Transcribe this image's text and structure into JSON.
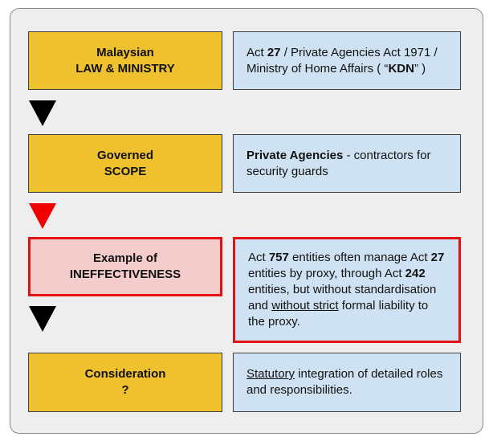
{
  "rows": [
    {
      "left": {
        "line1": "Malaysian",
        "line2": "LAW & MINISTRY"
      },
      "right": {
        "t1": "Act ",
        "b1": "27",
        "t2": " / Private Agencies Act 1971 / Ministry of Home Affairs ( “",
        "b2": "KDN",
        "t3": "” )"
      }
    },
    {
      "left": {
        "line1": "Governed",
        "line2": "SCOPE"
      },
      "right": {
        "b1": "Private Agencies",
        "t1": " - contractors for security guards"
      }
    },
    {
      "left": {
        "line1": "Example of",
        "line2": "INEFFECTIVENESS"
      },
      "right": {
        "t1": "Act ",
        "b1": "757",
        "t2": " entities often manage Act ",
        "b2": "27",
        "t3": " entities by proxy, through Act ",
        "b3": "242",
        "t4": " entities, but without standardisation and ",
        "u1": "without strict",
        "t5": " formal liability to the proxy."
      }
    },
    {
      "left": {
        "line1": "Consideration",
        "line2": "?"
      },
      "right": {
        "u1": "Statutory",
        "t1": " integration of detailed roles and responsibilities."
      }
    }
  ],
  "arrows": [
    {
      "color": "#000000"
    },
    {
      "color": "#f00000"
    },
    {
      "color": "#000000"
    }
  ]
}
